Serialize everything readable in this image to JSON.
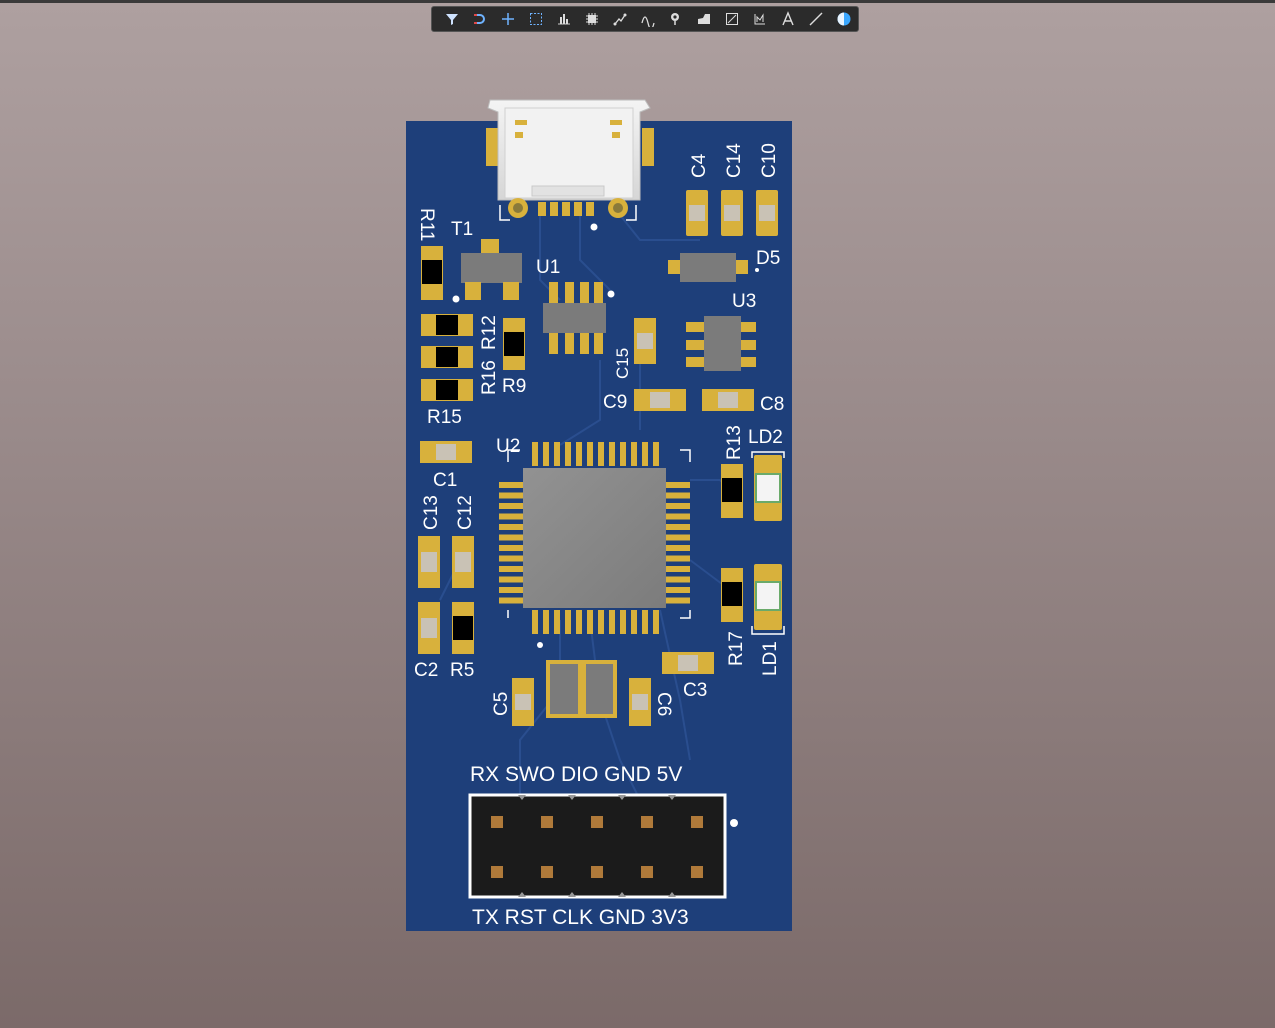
{
  "colors": {
    "board": "#1e3f7a",
    "pad": "#d8b13c",
    "silk": "#ffffff",
    "chip": "#8a8a8a"
  },
  "toolbar": {
    "tools": [
      {
        "name": "filter-icon"
      },
      {
        "name": "magnet-icon"
      },
      {
        "name": "crosshair-icon"
      },
      {
        "name": "select-rect-icon"
      },
      {
        "name": "align-icon"
      },
      {
        "name": "component-icon"
      },
      {
        "name": "route-icon"
      },
      {
        "name": "interactive-route-icon"
      },
      {
        "name": "via-icon"
      },
      {
        "name": "polygon-icon"
      },
      {
        "name": "dimension-icon"
      },
      {
        "name": "region-icon"
      },
      {
        "name": "text-icon"
      },
      {
        "name": "line-icon"
      },
      {
        "name": "3d-view-icon"
      }
    ]
  },
  "pcb": {
    "designators": {
      "R11": "R11",
      "T1": "T1",
      "U1": "U1",
      "C4": "C4",
      "C14": "C14",
      "C10": "C10",
      "D5": "D5",
      "U3": "U3",
      "R12": "R12",
      "R16": "R16",
      "R9": "R9",
      "R15": "R15",
      "C15": "C15",
      "C9": "C9",
      "C8": "C8",
      "R13": "R13",
      "LD2": "LD2",
      "U2": "U2",
      "C1": "C1",
      "C13": "C13",
      "C12": "C12",
      "C2": "C2",
      "R5": "R5",
      "R17": "R17",
      "LD1": "LD1",
      "C5": "C5",
      "C6": "C6",
      "C3": "C3"
    },
    "header_top": "RX SWO DIO GND 5V",
    "header_bottom": "TX RST CLK GND 3V3"
  }
}
